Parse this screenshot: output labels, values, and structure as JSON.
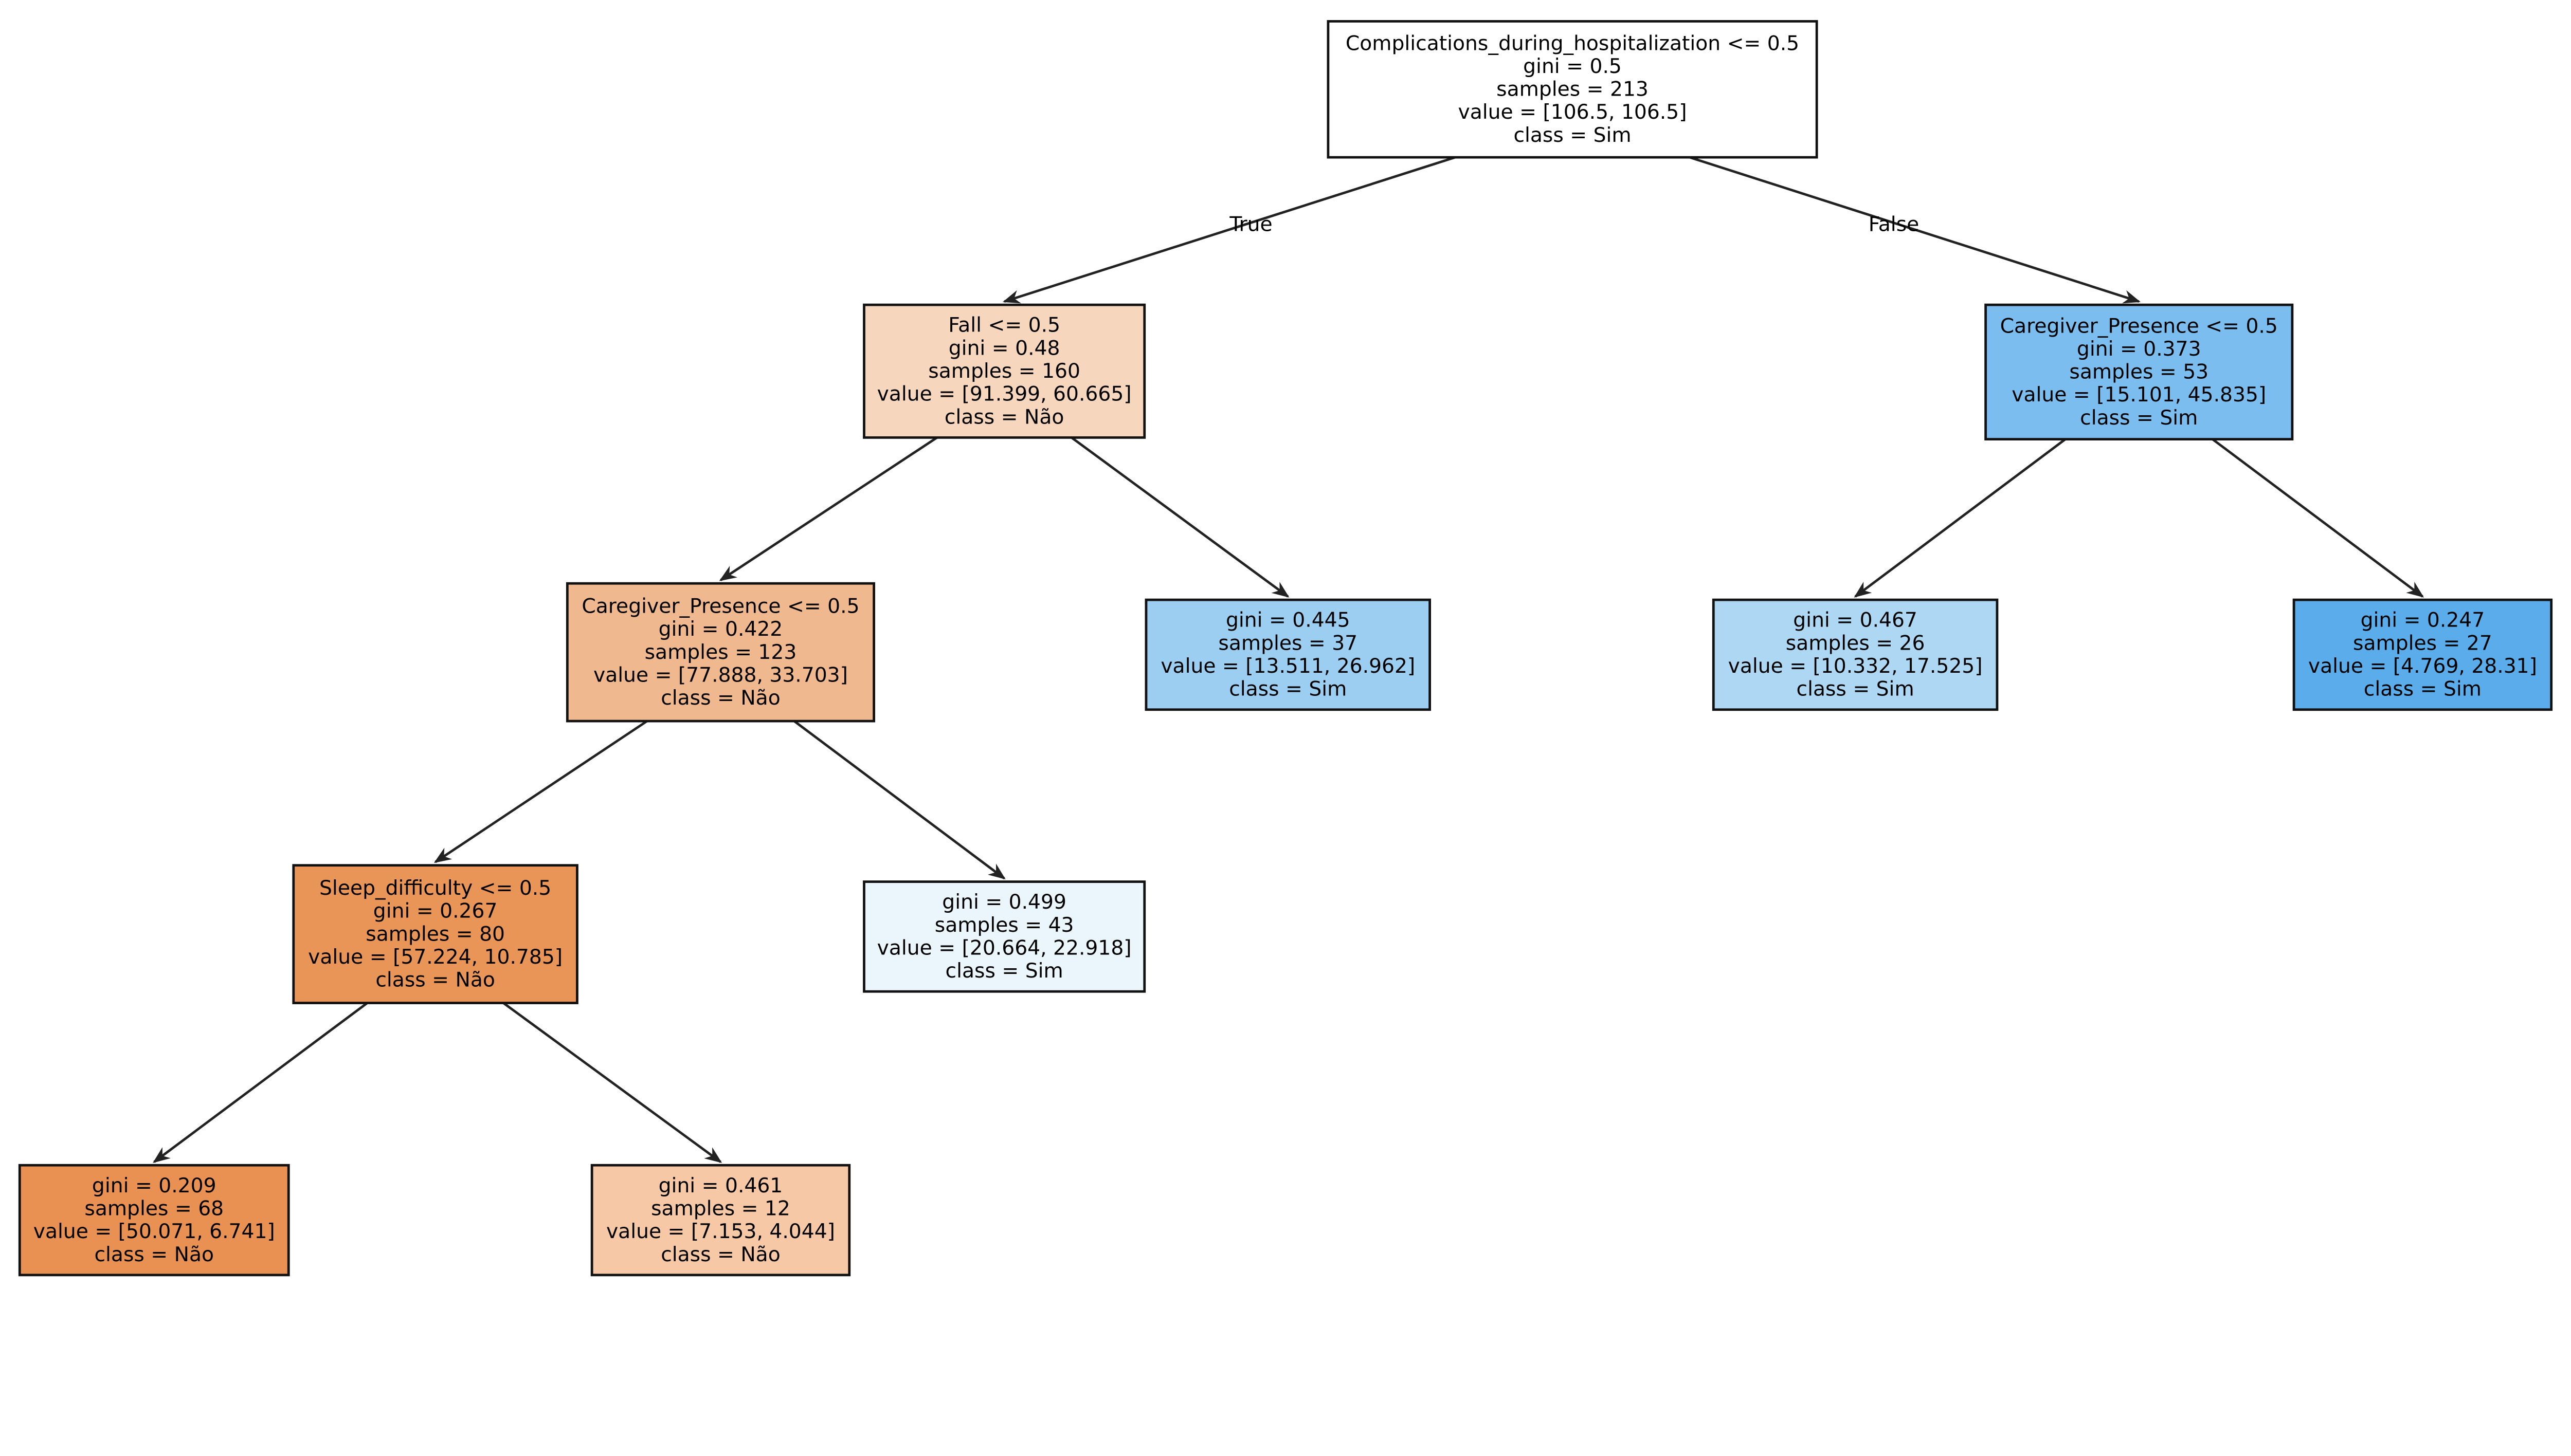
{
  "edge_labels": {
    "true": "True",
    "false": "False"
  },
  "nodes": [
    {
      "id": "root",
      "lines": [
        "Complications_during_hospitalization <= 0.5",
        "gini = 0.5",
        "samples = 213",
        "value = [106.5, 106.5]",
        "class = Sim"
      ],
      "color": "#ffffff"
    },
    {
      "id": "fall",
      "lines": [
        "Fall <= 0.5",
        "gini = 0.48",
        "samples = 160",
        "value = [91.399, 60.665]",
        "class = Não"
      ],
      "color": "#f7d6be"
    },
    {
      "id": "cp_right",
      "lines": [
        "Caregiver_Presence <= 0.5",
        "gini = 0.373",
        "samples = 53",
        "value = [15.101, 45.835]",
        "class = Sim"
      ],
      "color": "#7bbdee"
    },
    {
      "id": "cp_left",
      "lines": [
        "Caregiver_Presence <= 0.5",
        "gini = 0.422",
        "samples = 123",
        "value = [77.888, 33.703]",
        "class = Não"
      ],
      "color": "#f0b88e"
    },
    {
      "id": "leaf_445",
      "lines": [
        "gini = 0.445",
        "samples = 37",
        "value = [13.511, 26.962]",
        "class = Sim"
      ],
      "color": "#9ccef2"
    },
    {
      "id": "leaf_467",
      "lines": [
        "gini = 0.467",
        "samples = 26",
        "value = [10.332, 17.525]",
        "class = Sim"
      ],
      "color": "#aed7f4"
    },
    {
      "id": "leaf_247",
      "lines": [
        "gini = 0.247",
        "samples = 27",
        "value = [4.769, 28.31]",
        "class = Sim"
      ],
      "color": "#5aadea"
    },
    {
      "id": "sleep",
      "lines": [
        "Sleep_difficulty <= 0.5",
        "gini = 0.267",
        "samples = 80",
        "value = [57.224, 10.785]",
        "class = Não"
      ],
      "color": "#ea9558"
    },
    {
      "id": "leaf_499",
      "lines": [
        "gini = 0.499",
        "samples = 43",
        "value = [20.664, 22.918]",
        "class = Sim"
      ],
      "color": "#ebf5fc"
    },
    {
      "id": "leaf_209",
      "lines": [
        "gini = 0.209",
        "samples = 68",
        "value = [50.071, 6.741]",
        "class = Não"
      ],
      "color": "#e89152"
    },
    {
      "id": "leaf_461",
      "lines": [
        "gini = 0.461",
        "samples = 12",
        "value = [7.153, 4.044]",
        "class = Não"
      ],
      "color": "#f6c8a6"
    }
  ],
  "edges": [
    [
      "root",
      "fall"
    ],
    [
      "root",
      "cp_right"
    ],
    [
      "fall",
      "cp_left"
    ],
    [
      "fall",
      "leaf_445"
    ],
    [
      "cp_right",
      "leaf_467"
    ],
    [
      "cp_right",
      "leaf_247"
    ],
    [
      "cp_left",
      "sleep"
    ],
    [
      "cp_left",
      "leaf_499"
    ],
    [
      "sleep",
      "leaf_209"
    ],
    [
      "sleep",
      "leaf_461"
    ]
  ]
}
